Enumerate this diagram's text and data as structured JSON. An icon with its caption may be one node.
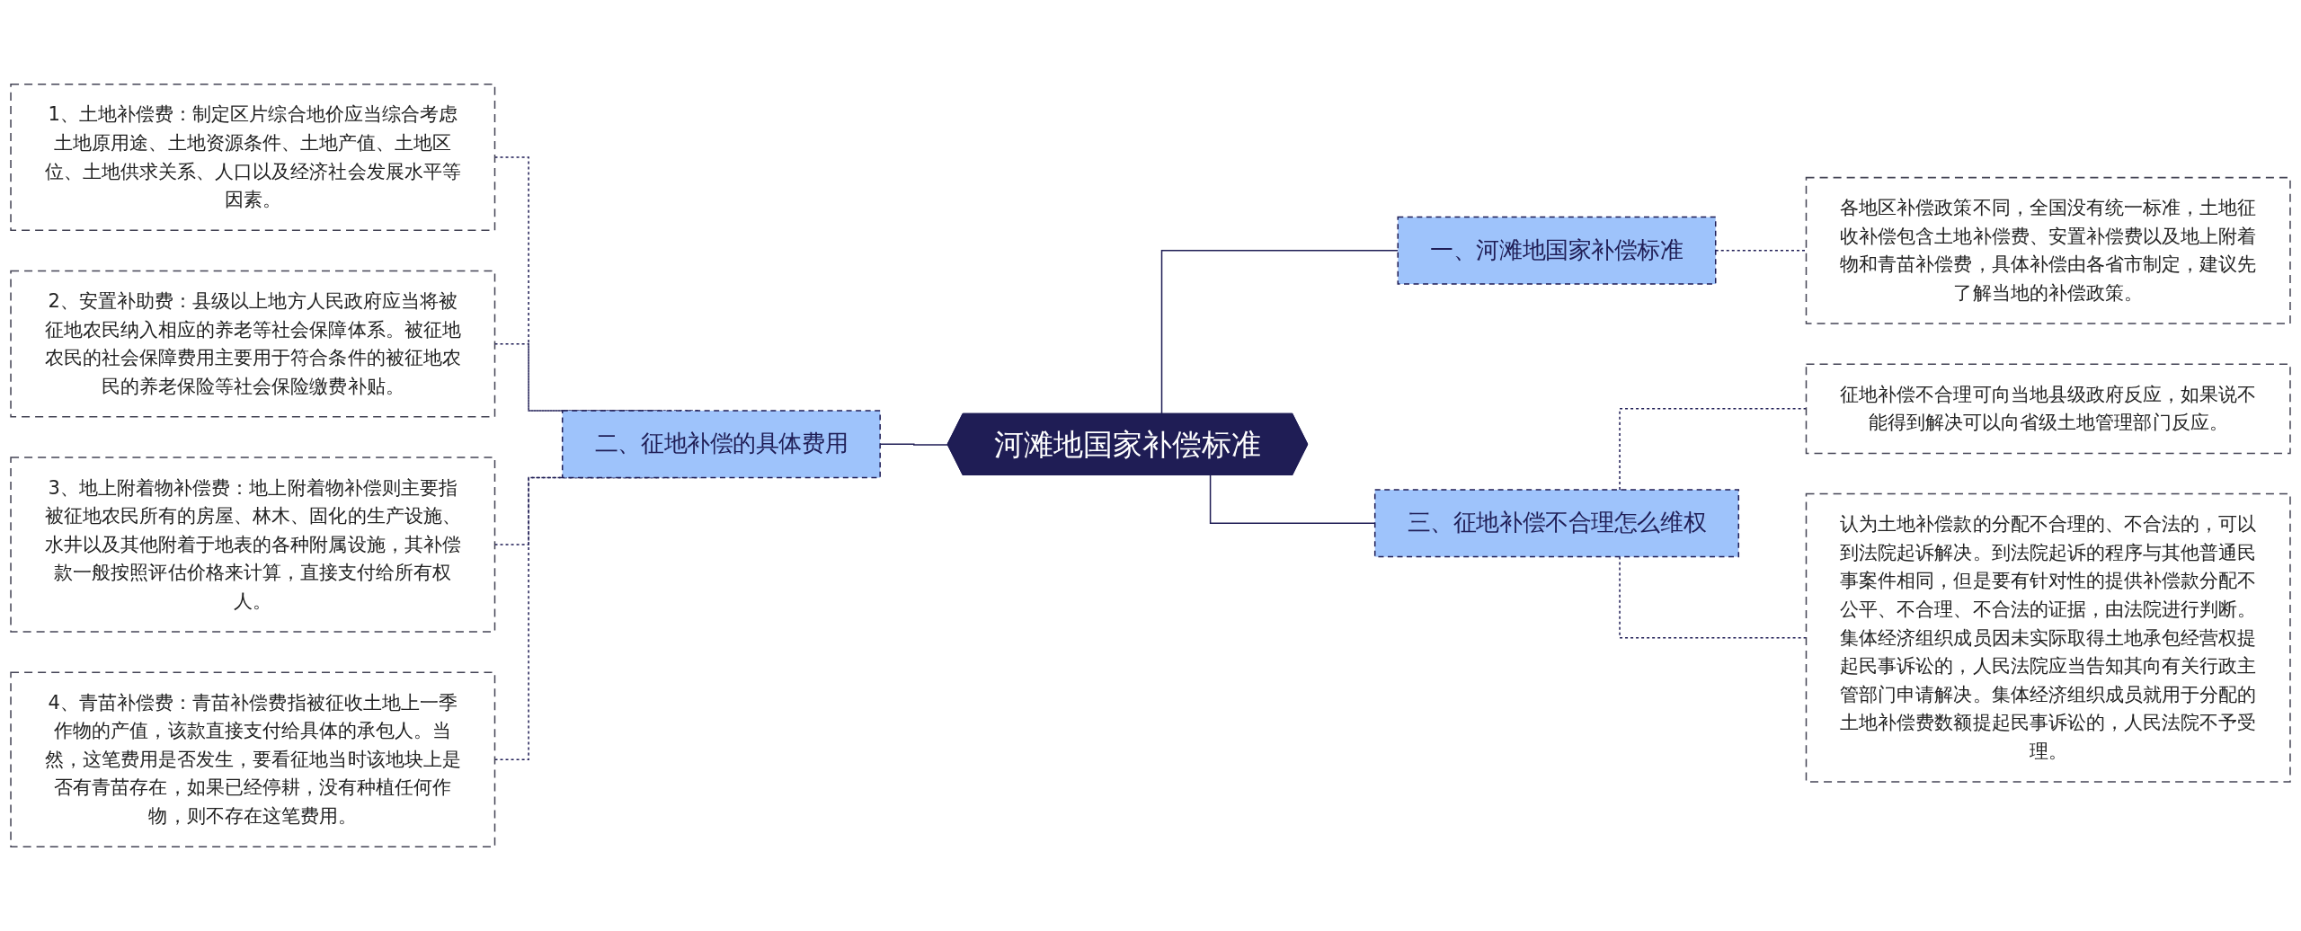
{
  "diagram": {
    "nodes": [
      {
        "text": [
          "河滩地国家补偿标准"
        ]
      },
      {
        "text": [
          "二、征地补偿的具体费用"
        ]
      },
      {
        "text": [
          "1、土地补偿费：制定区片综合地价应当综合考虑土地原用途、土地资源条件、土地产值、土地区位、土地供求关系、人口以及经济社会发展水平等因素。"
        ]
      },
      {
        "text": [
          "2、安置补助费：县级以上地方人民政府应当将被征地农民纳入相应的养老等社会保障体系。被征地农民的社会保障费用主要用于符合条件的被征地农民的养老保险等社会保险缴费补贴。"
        ]
      },
      {
        "text": [
          "3、地上附着物补偿费：地上附着物补偿则主要指被征地农民所有的房屋、林木、固化的生产设施、水井以及其他附着于地表的各种附属设施，其补偿款一般按照评估价格来计算，直接支付给所有权人。"
        ]
      },
      {
        "text": [
          "4、青苗补偿费：青苗补偿费指被征收土地上一季作物的产值，该款直接支付给具体的承包人。当然，这笔费用是否发生，要看征地当时该地块上是否有青苗存在，如果已经停耕，没有种植任何作物，则不存在这笔费用。"
        ]
      },
      {
        "text": [
          "一、河滩地国家补偿标准"
        ]
      },
      {
        "text": [
          "各地区补偿政策不同，全国没有统一标准，土地征收补偿包含土地补偿费、安置补偿费以及地上附着物和青苗补偿费，具体补偿由各省市制定，建议先了解当地的补偿政策。"
        ]
      },
      {
        "text": [
          "三、征地补偿不合理怎么维权"
        ]
      },
      {
        "text": [
          "征地补偿不合理可向当地县级政府反应，如果说不能得到解决可以向省级土地管理部门反应。"
        ]
      },
      {
        "text": [
          "认为土地补偿款的分配不合理的、不合法的，可以到法院起诉解决。到法院起诉的程序与其他普通民事案件相同，但是要有针对性的提供补偿款分配不公平、不合理、不合法的证据，由法院进行判断。集体经济组织成员因未实际取得土地承包经营权提起民事诉讼的，人民法院应当告知其向有关行政主管部门申请解决。集体经济组织成员就用于分配的土地补偿费数额提起民事诉讼的，人民法院不予受理。"
        ]
      }
    ],
    "edges": [
      {
        "from": 2,
        "to": 1,
        "arrow": "none",
        "style": "dashed"
      },
      {
        "from": 3,
        "to": 1,
        "arrow": "none",
        "style": "dashed"
      },
      {
        "from": 4,
        "to": 1,
        "arrow": "none",
        "style": "dashed"
      },
      {
        "from": 5,
        "to": 1,
        "arrow": "none",
        "style": "dashed"
      },
      {
        "from": 1,
        "to": 0,
        "arrow": "none"
      },
      {
        "from": 0,
        "to": 6,
        "arrow": "none"
      },
      {
        "from": 6,
        "to": 7,
        "arrow": "none",
        "style": "dashed"
      },
      {
        "from": 0,
        "to": 8,
        "arrow": "none"
      },
      {
        "from": 8,
        "to": 9,
        "arrow": "none",
        "style": "dashed"
      },
      {
        "from": 8,
        "to": 10,
        "arrow": "none",
        "style": "dashed"
      }
    ]
  }
}
